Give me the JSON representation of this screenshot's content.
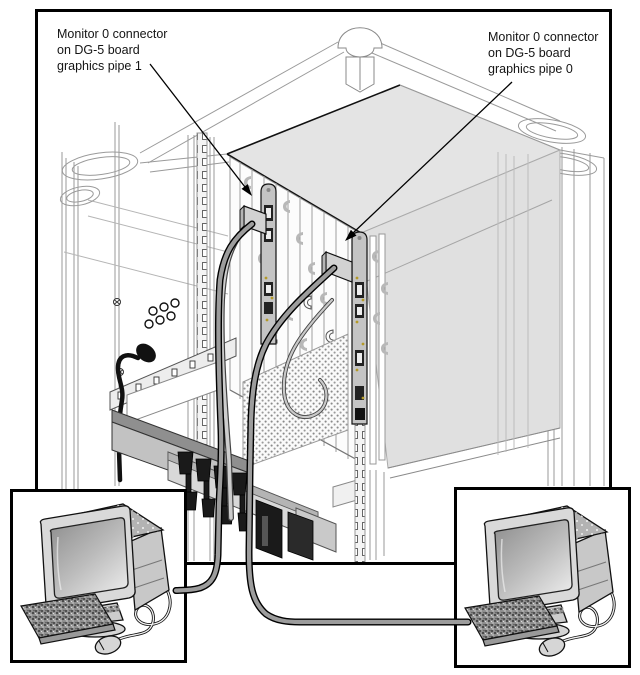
{
  "figure": {
    "type": "hardware-installation-diagram",
    "subject": "Deskside rack rear view with DG-5 graphics board monitor connectors cabled to two workstation monitors"
  },
  "callouts": [
    {
      "text": "Monitor 0 connector on DG-5 board graphics pipe 1",
      "lines": [
        "Monitor 0 connector",
        "on DG-5 board",
        "graphics pipe 1"
      ],
      "points_to": "monitor-0-connector-pipe-1"
    },
    {
      "text": "Monitor 0 connector on DG-5 board graphics pipe 0",
      "lines": [
        "Monitor 0 connector",
        "on DG-5 board",
        "graphics pipe 0"
      ],
      "points_to": "monitor-0-connector-pipe-0"
    }
  ],
  "illustration": {
    "insets": [
      {
        "position": "bottom-left",
        "items": [
          "crt-monitor",
          "keyboard",
          "mouse"
        ],
        "cabled_from": "graphics pipe 1 connector"
      },
      {
        "position": "bottom-right",
        "items": [
          "crt-monitor",
          "keyboard",
          "mouse"
        ],
        "cabled_from": "graphics pipe 0 connector"
      }
    ],
    "colors": {
      "background": "#ffffff",
      "outline": "#000000",
      "frame_line": "#9a9a9a",
      "panel_gray": "#e3e3e3",
      "cable_gray": "#9c9c9c",
      "clamp_black": "#1a1a1a",
      "connector_pin_gold": "#b49a28"
    }
  }
}
